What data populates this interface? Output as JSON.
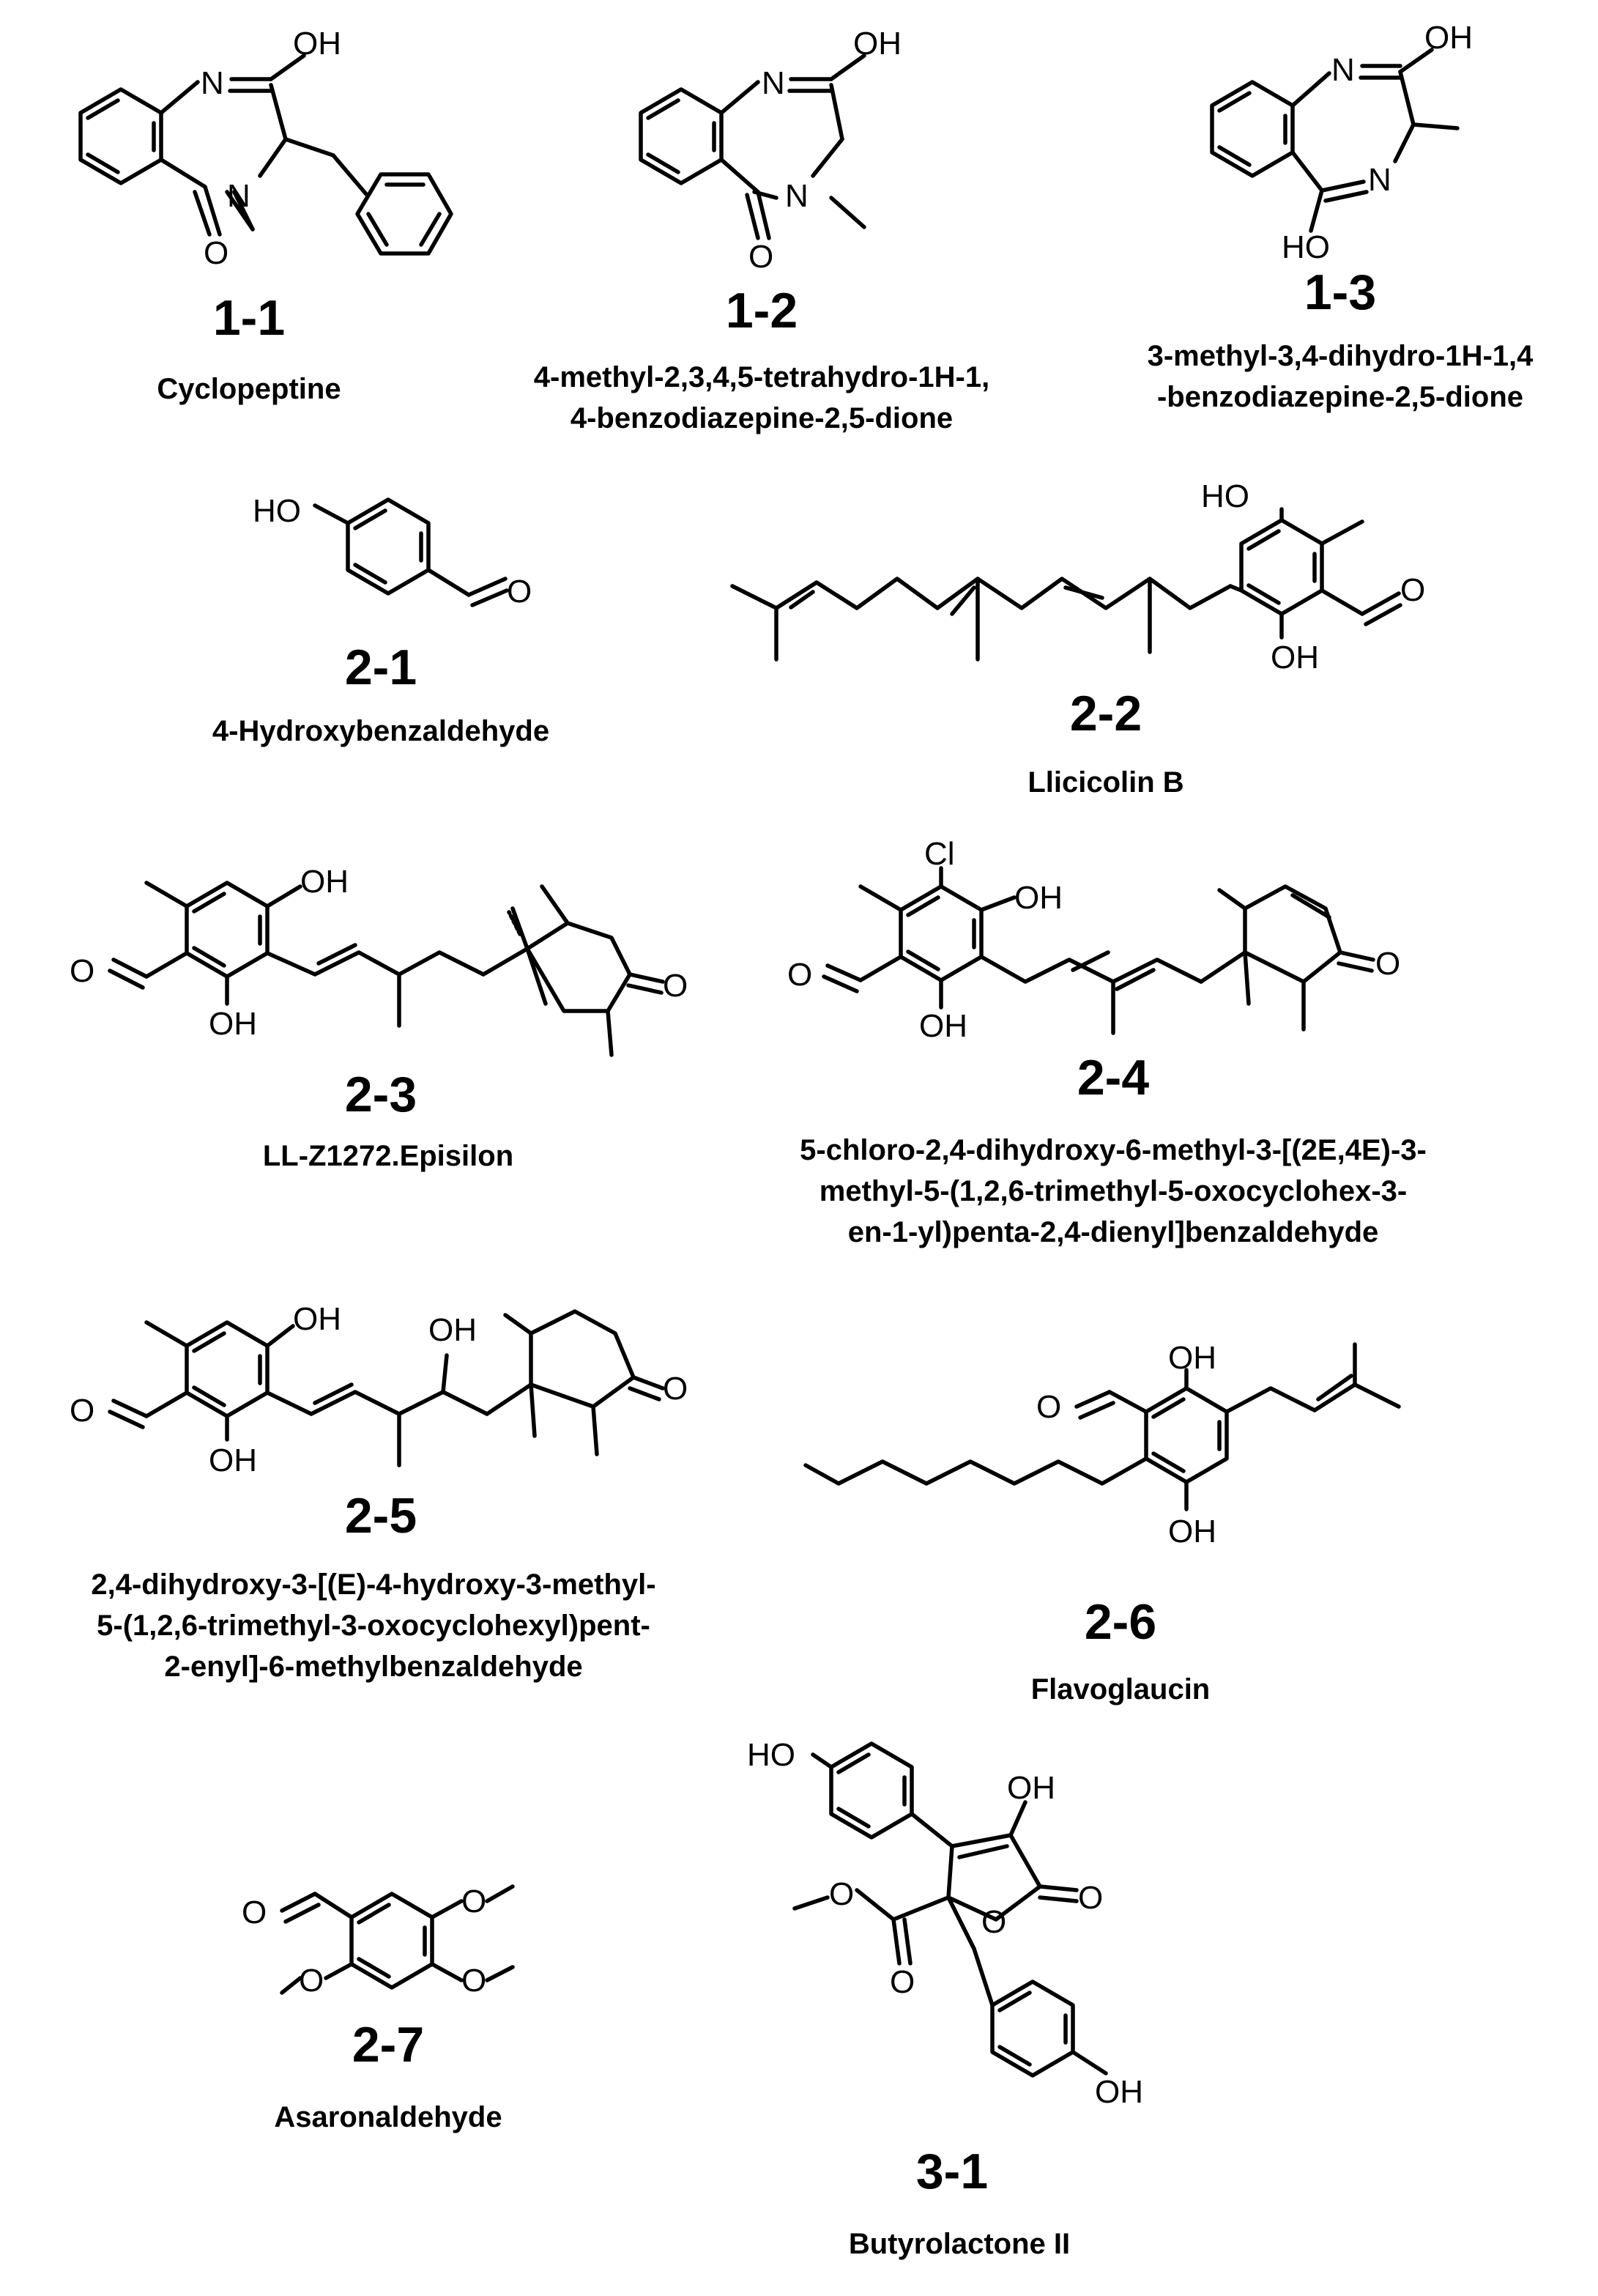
{
  "compounds": [
    {
      "id": "1-1",
      "name": [
        "Cyclopeptine"
      ],
      "atoms": [
        "N",
        "OH",
        "N",
        "O"
      ]
    },
    {
      "id": "1-2",
      "name": [
        "4-methyl-2,3,4,5-tetrahydro-1H-1,",
        "4-benzodiazepine-2,5-dione"
      ],
      "atoms": [
        "N",
        "OH",
        "N",
        "O"
      ]
    },
    {
      "id": "1-3",
      "name": [
        "3-methyl-3,4-dihydro-1H-1,4",
        "-benzodiazepine-2,5-dione"
      ],
      "atoms": [
        "N",
        "OH",
        "N",
        "HO"
      ]
    },
    {
      "id": "2-1",
      "name": [
        "4-Hydroxybenzaldehyde"
      ],
      "atoms": [
        "HO",
        "O"
      ]
    },
    {
      "id": "2-2",
      "name": [
        "Llicicolin B"
      ],
      "atoms": [
        "HO",
        "OH",
        "O"
      ]
    },
    {
      "id": "2-3",
      "name": [
        "LL-Z1272.Episilon"
      ],
      "atoms": [
        "OH",
        "O",
        "OH",
        "O"
      ]
    },
    {
      "id": "2-4",
      "name": [
        "5-chloro-2,4-dihydroxy-6-methyl-3-[(2E,4E)-3-",
        "methyl-5-(1,2,6-trimethyl-5-oxocyclohex-3-",
        "en-1-yl)penta-2,4-dienyl]benzaldehyde"
      ],
      "atoms": [
        "Cl",
        "OH",
        "O",
        "OH",
        "O"
      ]
    },
    {
      "id": "2-5",
      "name": [
        "2,4-dihydroxy-3-[(E)-4-hydroxy-3-methyl-",
        "5-(1,2,6-trimethyl-3-oxocyclohexyl)pent-",
        "2-enyl]-6-methylbenzaldehyde"
      ],
      "atoms": [
        "OH",
        "OH",
        "O",
        "OH",
        "O"
      ]
    },
    {
      "id": "2-6",
      "name": [
        "Flavoglaucin"
      ],
      "atoms": [
        "OH",
        "O",
        "OH"
      ]
    },
    {
      "id": "2-7",
      "name": [
        "Asaronaldehyde"
      ],
      "atoms": [
        "O",
        "O",
        "O",
        "O"
      ]
    },
    {
      "id": "3-1",
      "name": [
        "Butyrolactone II"
      ],
      "atoms": [
        "HO",
        "OH",
        "O",
        "O",
        "O",
        "O",
        "OH"
      ]
    }
  ]
}
